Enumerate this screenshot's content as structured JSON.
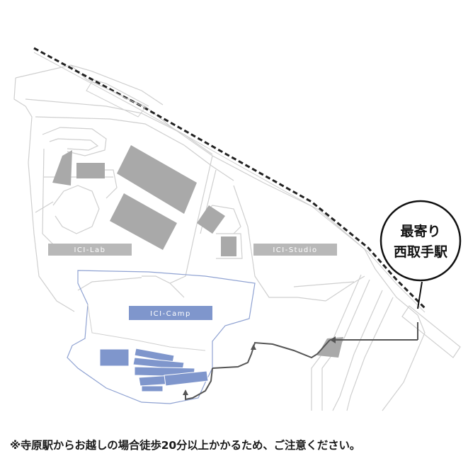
{
  "labels": {
    "ici_lab": "ICI-Lab",
    "ici_studio": "ICI-Studio",
    "ici_camp": "ICI-Camp"
  },
  "station": {
    "line1": "最寄り",
    "line2": "西取手駅"
  },
  "footnote": "※寺原駅からお越しの場合徒歩20分以上かかるため、ご注意ください。",
  "colors": {
    "background": "#ffffff",
    "outline": "#cfcfcf",
    "building_gray": "#a9a9a9",
    "label_gray": "#b8b8b8",
    "camp_blue": "#7f96cc",
    "camp_outline": "#8fa2d2",
    "route": "#555555",
    "railway": "#222222"
  }
}
